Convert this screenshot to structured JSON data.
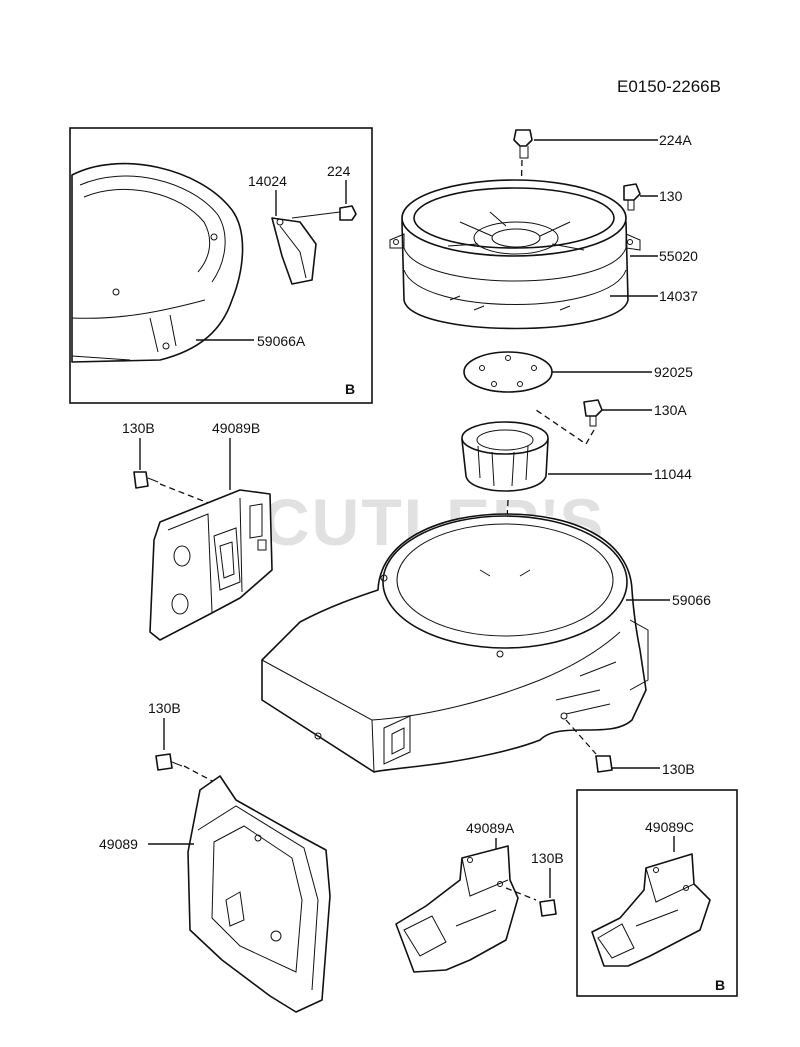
{
  "diagram_code": "E0150-2266B",
  "watermark": "CUTLER'S",
  "inset_marks": {
    "top_left": "B",
    "bottom_right": "B"
  },
  "parts": {
    "p224A": "224A",
    "p130_top": "130",
    "p55020": "55020",
    "p14037": "14037",
    "p92025": "92025",
    "p130A": "130A",
    "p11044": "11044",
    "p59066": "59066",
    "p130B_right": "130B",
    "p14024": "14024",
    "p224": "224",
    "p59066A": "59066A",
    "p130B_left": "130B",
    "p49089B": "49089B",
    "p130B_lower": "130B",
    "p49089": "49089",
    "p49089A": "49089A",
    "p130B_bottom": "130B",
    "p49089C": "49089C"
  }
}
